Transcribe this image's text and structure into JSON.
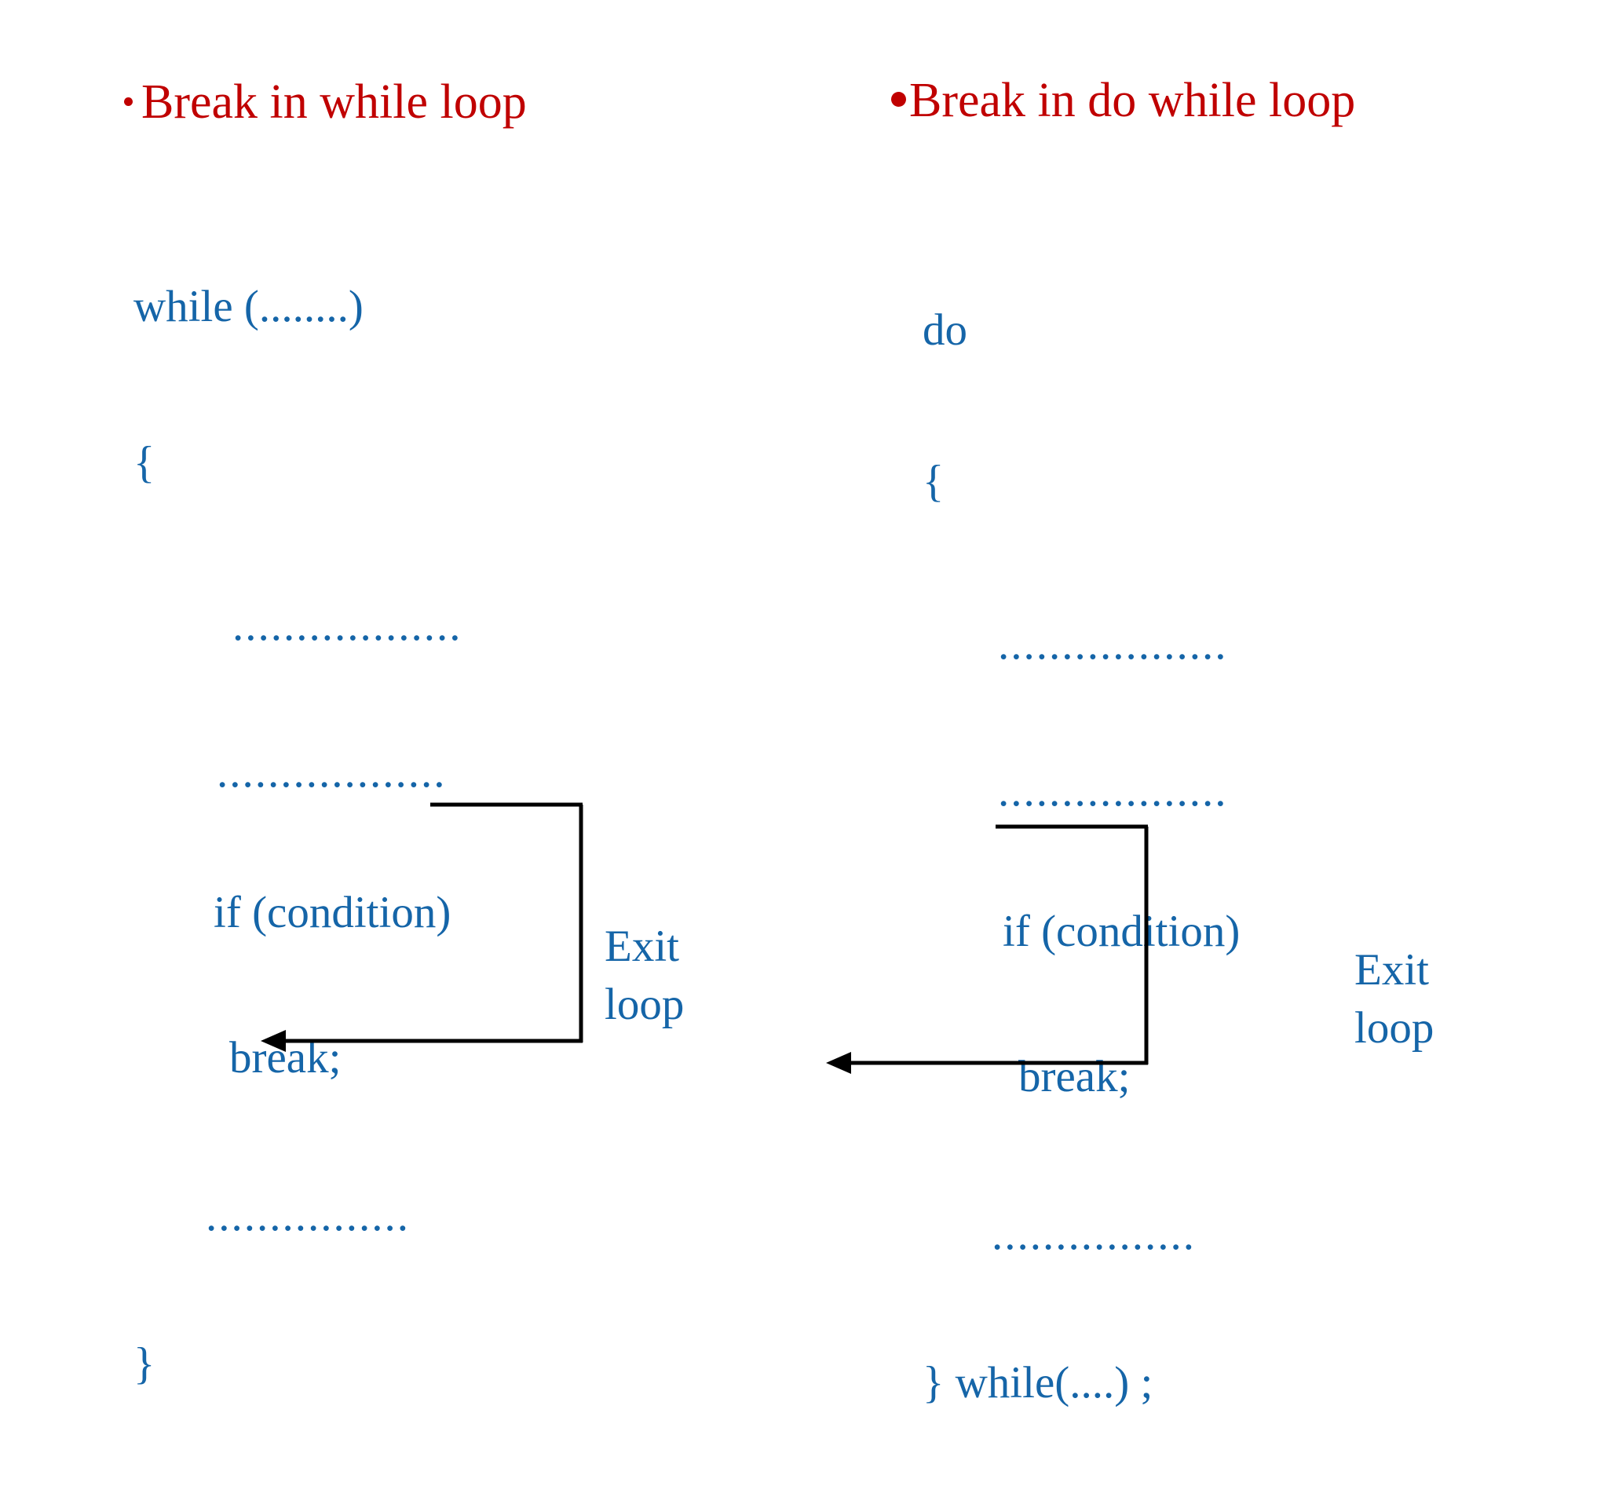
{
  "slide": {
    "background_color": "#FFFFFF",
    "heading_color": "#C00000",
    "code_color": "#1565A8",
    "line_color": "#000000"
  },
  "left_column": {
    "heading": "Break in while loop",
    "bullet_icon": "bullet-dot-small",
    "code": {
      "line_while": "while (........)",
      "line_open_brace": "{",
      "line_dots_1": "..................",
      "line_dots_2": "..................",
      "line_if": "if (condition)",
      "line_break": "break;",
      "line_dots_3": "................",
      "line_close_brace": "}"
    },
    "exit_label_line1": "Exit",
    "exit_label_line2": "loop",
    "arrow_icon": "exit-loop-bracket-arrow"
  },
  "right_column": {
    "heading": "Break in do while loop",
    "bullet_icon": "bullet-dot-large",
    "code": {
      "line_do": "do",
      "line_open_brace": "{",
      "line_dots_1": "..................",
      "line_dots_2": "..................",
      "line_if": "if (condition)",
      "line_break": "break;",
      "line_dots_3": "................",
      "line_close_brace": "} while(....) ;"
    },
    "exit_label_line1": "Exit",
    "exit_label_line2": "loop",
    "arrow_icon": "exit-loop-bracket-arrow"
  }
}
